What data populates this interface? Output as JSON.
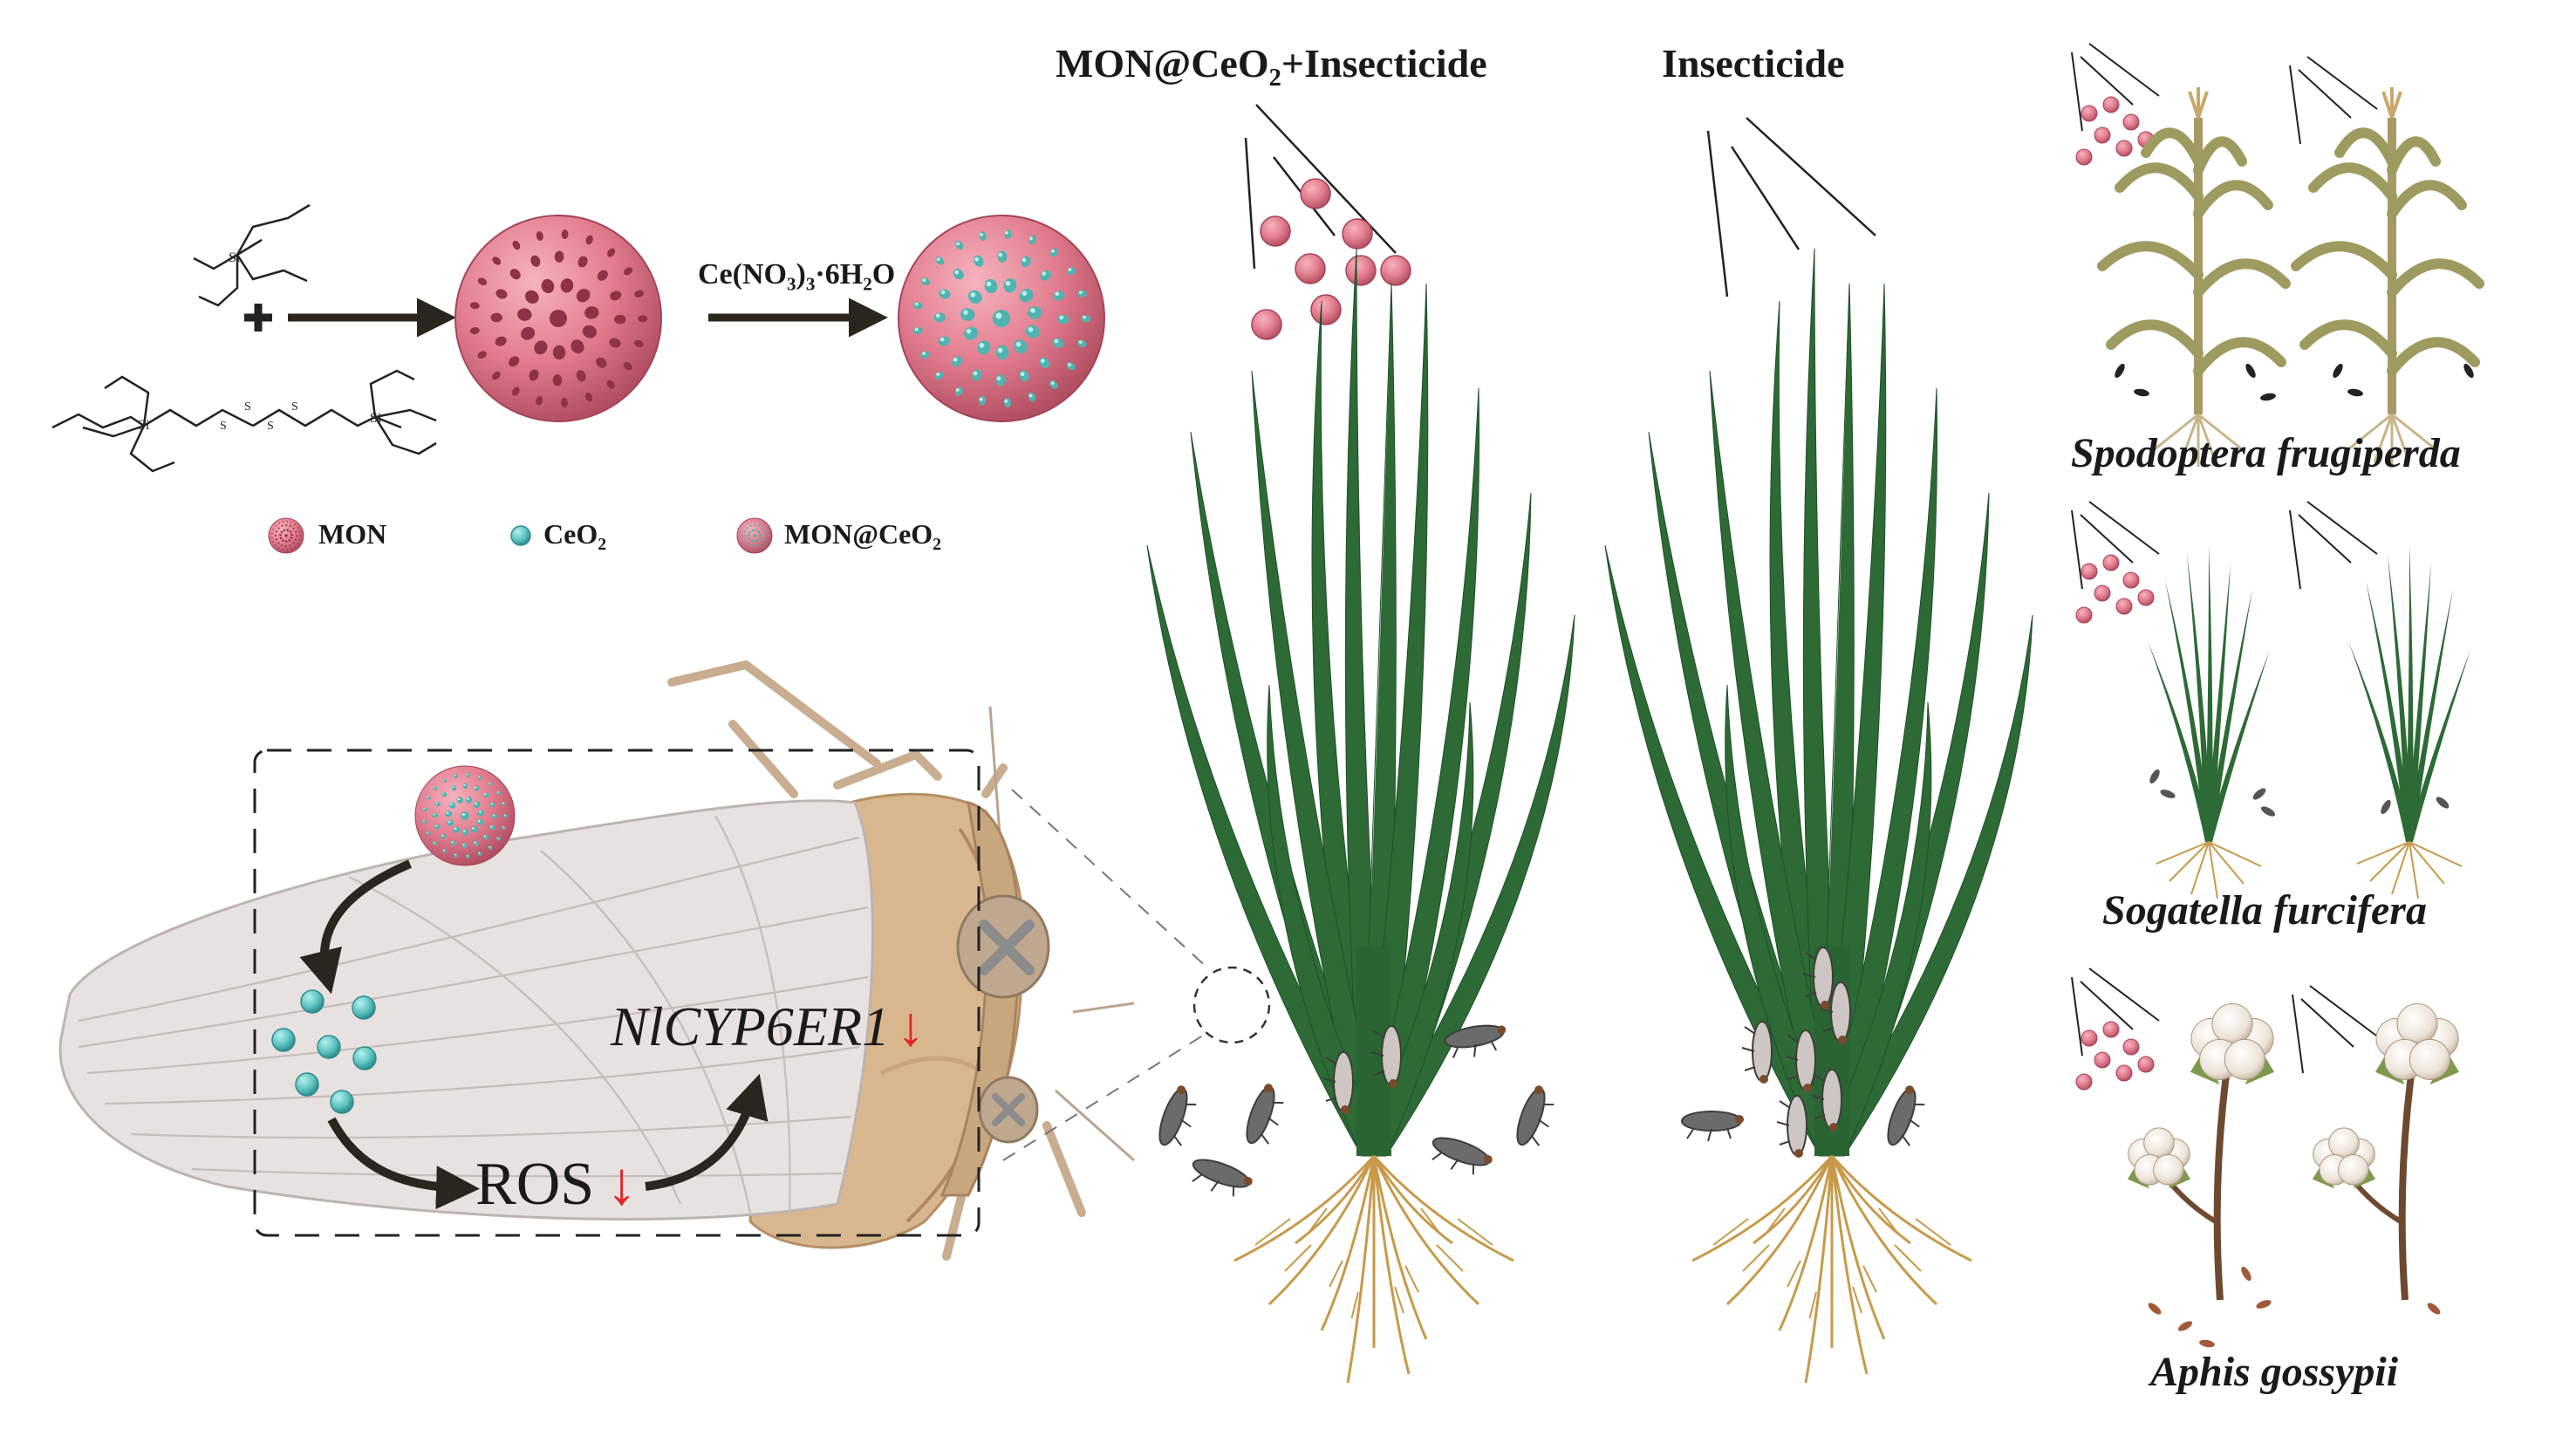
{
  "synthesis": {
    "reagent_label_main": "Ce(NO",
    "reagent_sub_1": "3",
    "reagent_mid": ")",
    "reagent_sub_2": "3",
    "reagent_tail": "·6H",
    "reagent_sub_3": "2",
    "reagent_end": "O",
    "silicon_atom": "Si",
    "sulfur_atom": "S"
  },
  "legend": {
    "items": [
      {
        "label": "MON",
        "sub": "",
        "icon": "mon-sphere-icon"
      },
      {
        "label": "CeO",
        "sub": "2",
        "icon": "ceo2-particle-icon"
      },
      {
        "label": "MON@CeO",
        "sub": "2",
        "icon": "mon-ceo2-sphere-icon"
      }
    ]
  },
  "mechanism": {
    "ros_label": "ROS",
    "gene_label": "NlCYP6ER1",
    "down_arrow": "↓"
  },
  "treatments": {
    "left_title_main": "MON@CeO",
    "left_title_sub": "2",
    "left_title_tail": "+Insecticide",
    "right_title": "Insecticide"
  },
  "pests": [
    {
      "name": "Spodoptera frugiperda",
      "crop": "maize"
    },
    {
      "name": "Sogatella furcifera",
      "crop": "rice"
    },
    {
      "name": "Aphis gossypii",
      "crop": "cotton"
    }
  ],
  "colors": {
    "mon_pink": "#e27d8f",
    "ceo2_teal": "#5fc4c2",
    "leaf_green": "#2d6a36",
    "root_tan": "#c79a4a",
    "wing_grey": "#e7e1df",
    "body_tan": "#d9b78e",
    "down_red": "#e0262b",
    "arrow_dark": "#2b2520"
  }
}
